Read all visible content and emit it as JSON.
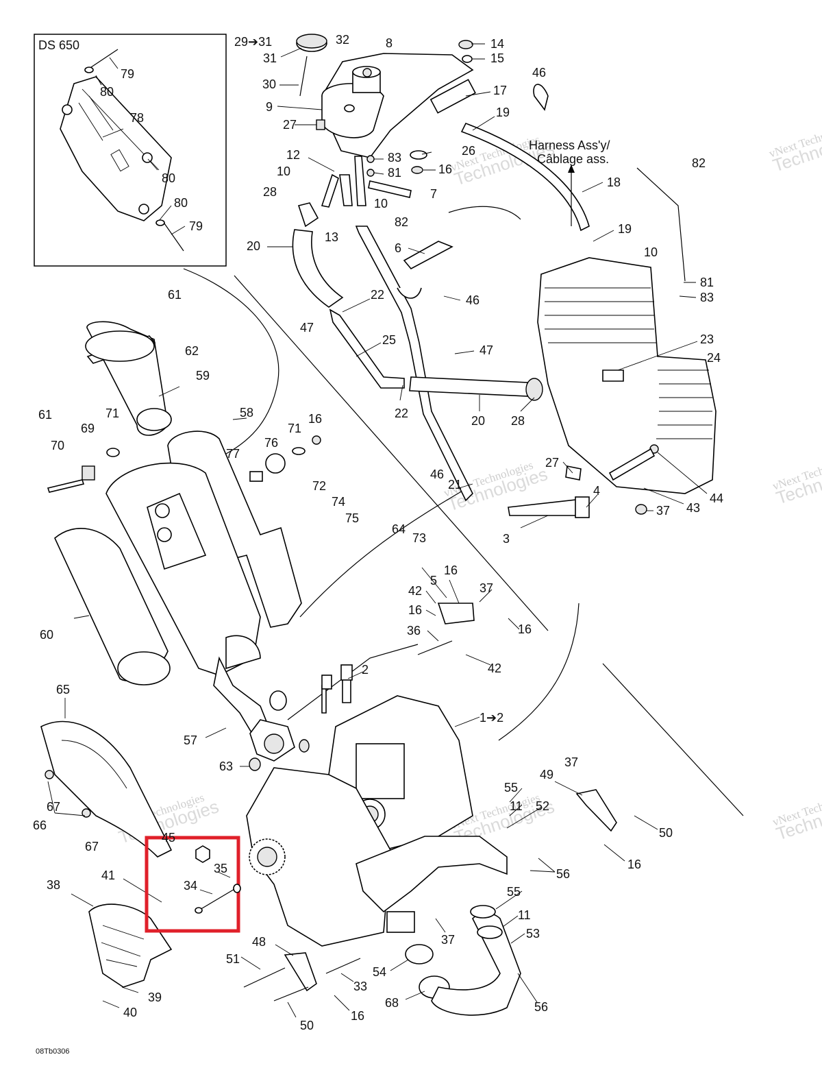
{
  "inset": {
    "title": "DS 650",
    "labels": [
      "79",
      "80",
      "78",
      "80",
      "80",
      "79"
    ]
  },
  "labels": [
    {
      "id": "29-31",
      "text": "29➔31"
    },
    {
      "id": "31",
      "text": "31"
    },
    {
      "id": "32",
      "text": "32"
    },
    {
      "id": "8",
      "text": "8"
    },
    {
      "id": "14",
      "text": "14"
    },
    {
      "id": "15",
      "text": "15"
    },
    {
      "id": "30",
      "text": "30"
    },
    {
      "id": "17",
      "text": "17"
    },
    {
      "id": "9",
      "text": "9"
    },
    {
      "id": "19a",
      "text": "19"
    },
    {
      "id": "46a",
      "text": "46"
    },
    {
      "id": "27a",
      "text": "27"
    },
    {
      "id": "26",
      "text": "26"
    },
    {
      "id": "83a",
      "text": "83"
    },
    {
      "id": "12",
      "text": "12"
    },
    {
      "id": "16a",
      "text": "16"
    },
    {
      "id": "81a",
      "text": "81"
    },
    {
      "id": "10a",
      "text": "10"
    },
    {
      "id": "7",
      "text": "7"
    },
    {
      "id": "18",
      "text": "18"
    },
    {
      "id": "82a",
      "text": "82"
    },
    {
      "id": "28a",
      "text": "28"
    },
    {
      "id": "10b",
      "text": "10"
    },
    {
      "id": "13",
      "text": "13"
    },
    {
      "id": "82b",
      "text": "82"
    },
    {
      "id": "20a",
      "text": "20"
    },
    {
      "id": "6",
      "text": "6"
    },
    {
      "id": "19b",
      "text": "19"
    },
    {
      "id": "10c",
      "text": "10"
    },
    {
      "id": "81b",
      "text": "81"
    },
    {
      "id": "83b",
      "text": "83"
    },
    {
      "id": "61a",
      "text": "61"
    },
    {
      "id": "22a",
      "text": "22"
    },
    {
      "id": "46b",
      "text": "46"
    },
    {
      "id": "47a",
      "text": "47"
    },
    {
      "id": "25",
      "text": "25"
    },
    {
      "id": "62",
      "text": "62"
    },
    {
      "id": "59",
      "text": "59"
    },
    {
      "id": "47b",
      "text": "47"
    },
    {
      "id": "23",
      "text": "23"
    },
    {
      "id": "24",
      "text": "24"
    },
    {
      "id": "61b",
      "text": "61"
    },
    {
      "id": "71a",
      "text": "71"
    },
    {
      "id": "58",
      "text": "58"
    },
    {
      "id": "22b",
      "text": "22"
    },
    {
      "id": "20b",
      "text": "20"
    },
    {
      "id": "28b",
      "text": "28"
    },
    {
      "id": "70",
      "text": "70"
    },
    {
      "id": "69",
      "text": "69"
    },
    {
      "id": "71b",
      "text": "71"
    },
    {
      "id": "16b",
      "text": "16"
    },
    {
      "id": "76",
      "text": "76"
    },
    {
      "id": "77",
      "text": "77"
    },
    {
      "id": "46c",
      "text": "46"
    },
    {
      "id": "27b",
      "text": "27"
    },
    {
      "id": "72",
      "text": "72"
    },
    {
      "id": "74",
      "text": "74"
    },
    {
      "id": "21",
      "text": "21"
    },
    {
      "id": "4",
      "text": "4"
    },
    {
      "id": "44",
      "text": "44"
    },
    {
      "id": "43",
      "text": "43"
    },
    {
      "id": "37a",
      "text": "37"
    },
    {
      "id": "75",
      "text": "75"
    },
    {
      "id": "64",
      "text": "64"
    },
    {
      "id": "73",
      "text": "73"
    },
    {
      "id": "3",
      "text": "3"
    },
    {
      "id": "16c",
      "text": "16"
    },
    {
      "id": "5",
      "text": "5"
    },
    {
      "id": "37b",
      "text": "37"
    },
    {
      "id": "42a",
      "text": "42"
    },
    {
      "id": "16d",
      "text": "16"
    },
    {
      "id": "16e",
      "text": "16"
    },
    {
      "id": "60",
      "text": "60"
    },
    {
      "id": "36",
      "text": "36"
    },
    {
      "id": "42b",
      "text": "42"
    },
    {
      "id": "2",
      "text": "2"
    },
    {
      "id": "65",
      "text": "65"
    },
    {
      "id": "1-2",
      "text": "1➔2"
    },
    {
      "id": "57",
      "text": "57"
    },
    {
      "id": "37c",
      "text": "37"
    },
    {
      "id": "49",
      "text": "49"
    },
    {
      "id": "63",
      "text": "63"
    },
    {
      "id": "55a",
      "text": "55"
    },
    {
      "id": "11a",
      "text": "11"
    },
    {
      "id": "52",
      "text": "52"
    },
    {
      "id": "67a",
      "text": "67"
    },
    {
      "id": "66",
      "text": "66"
    },
    {
      "id": "50a",
      "text": "50"
    },
    {
      "id": "67b",
      "text": "67"
    },
    {
      "id": "45",
      "text": "45"
    },
    {
      "id": "16f",
      "text": "16"
    },
    {
      "id": "35",
      "text": "35"
    },
    {
      "id": "56a",
      "text": "56"
    },
    {
      "id": "38",
      "text": "38"
    },
    {
      "id": "41",
      "text": "41"
    },
    {
      "id": "34",
      "text": "34"
    },
    {
      "id": "55b",
      "text": "55"
    },
    {
      "id": "11b",
      "text": "11"
    },
    {
      "id": "37d",
      "text": "37"
    },
    {
      "id": "53",
      "text": "53"
    },
    {
      "id": "48",
      "text": "48"
    },
    {
      "id": "51",
      "text": "51"
    },
    {
      "id": "54",
      "text": "54"
    },
    {
      "id": "33",
      "text": "33"
    },
    {
      "id": "39",
      "text": "39"
    },
    {
      "id": "68",
      "text": "68"
    },
    {
      "id": "56b",
      "text": "56"
    },
    {
      "id": "40",
      "text": "40"
    },
    {
      "id": "16g",
      "text": "16"
    },
    {
      "id": "50b",
      "text": "50"
    }
  ],
  "harness_note": {
    "line1": "Harness Ass'y/",
    "line2": "Câblage ass."
  },
  "footer_code": "08Tb0306",
  "watermark": {
    "line1": "vNext Technologies",
    "line2": "Technologies"
  },
  "highlight_color": "#e0202a"
}
